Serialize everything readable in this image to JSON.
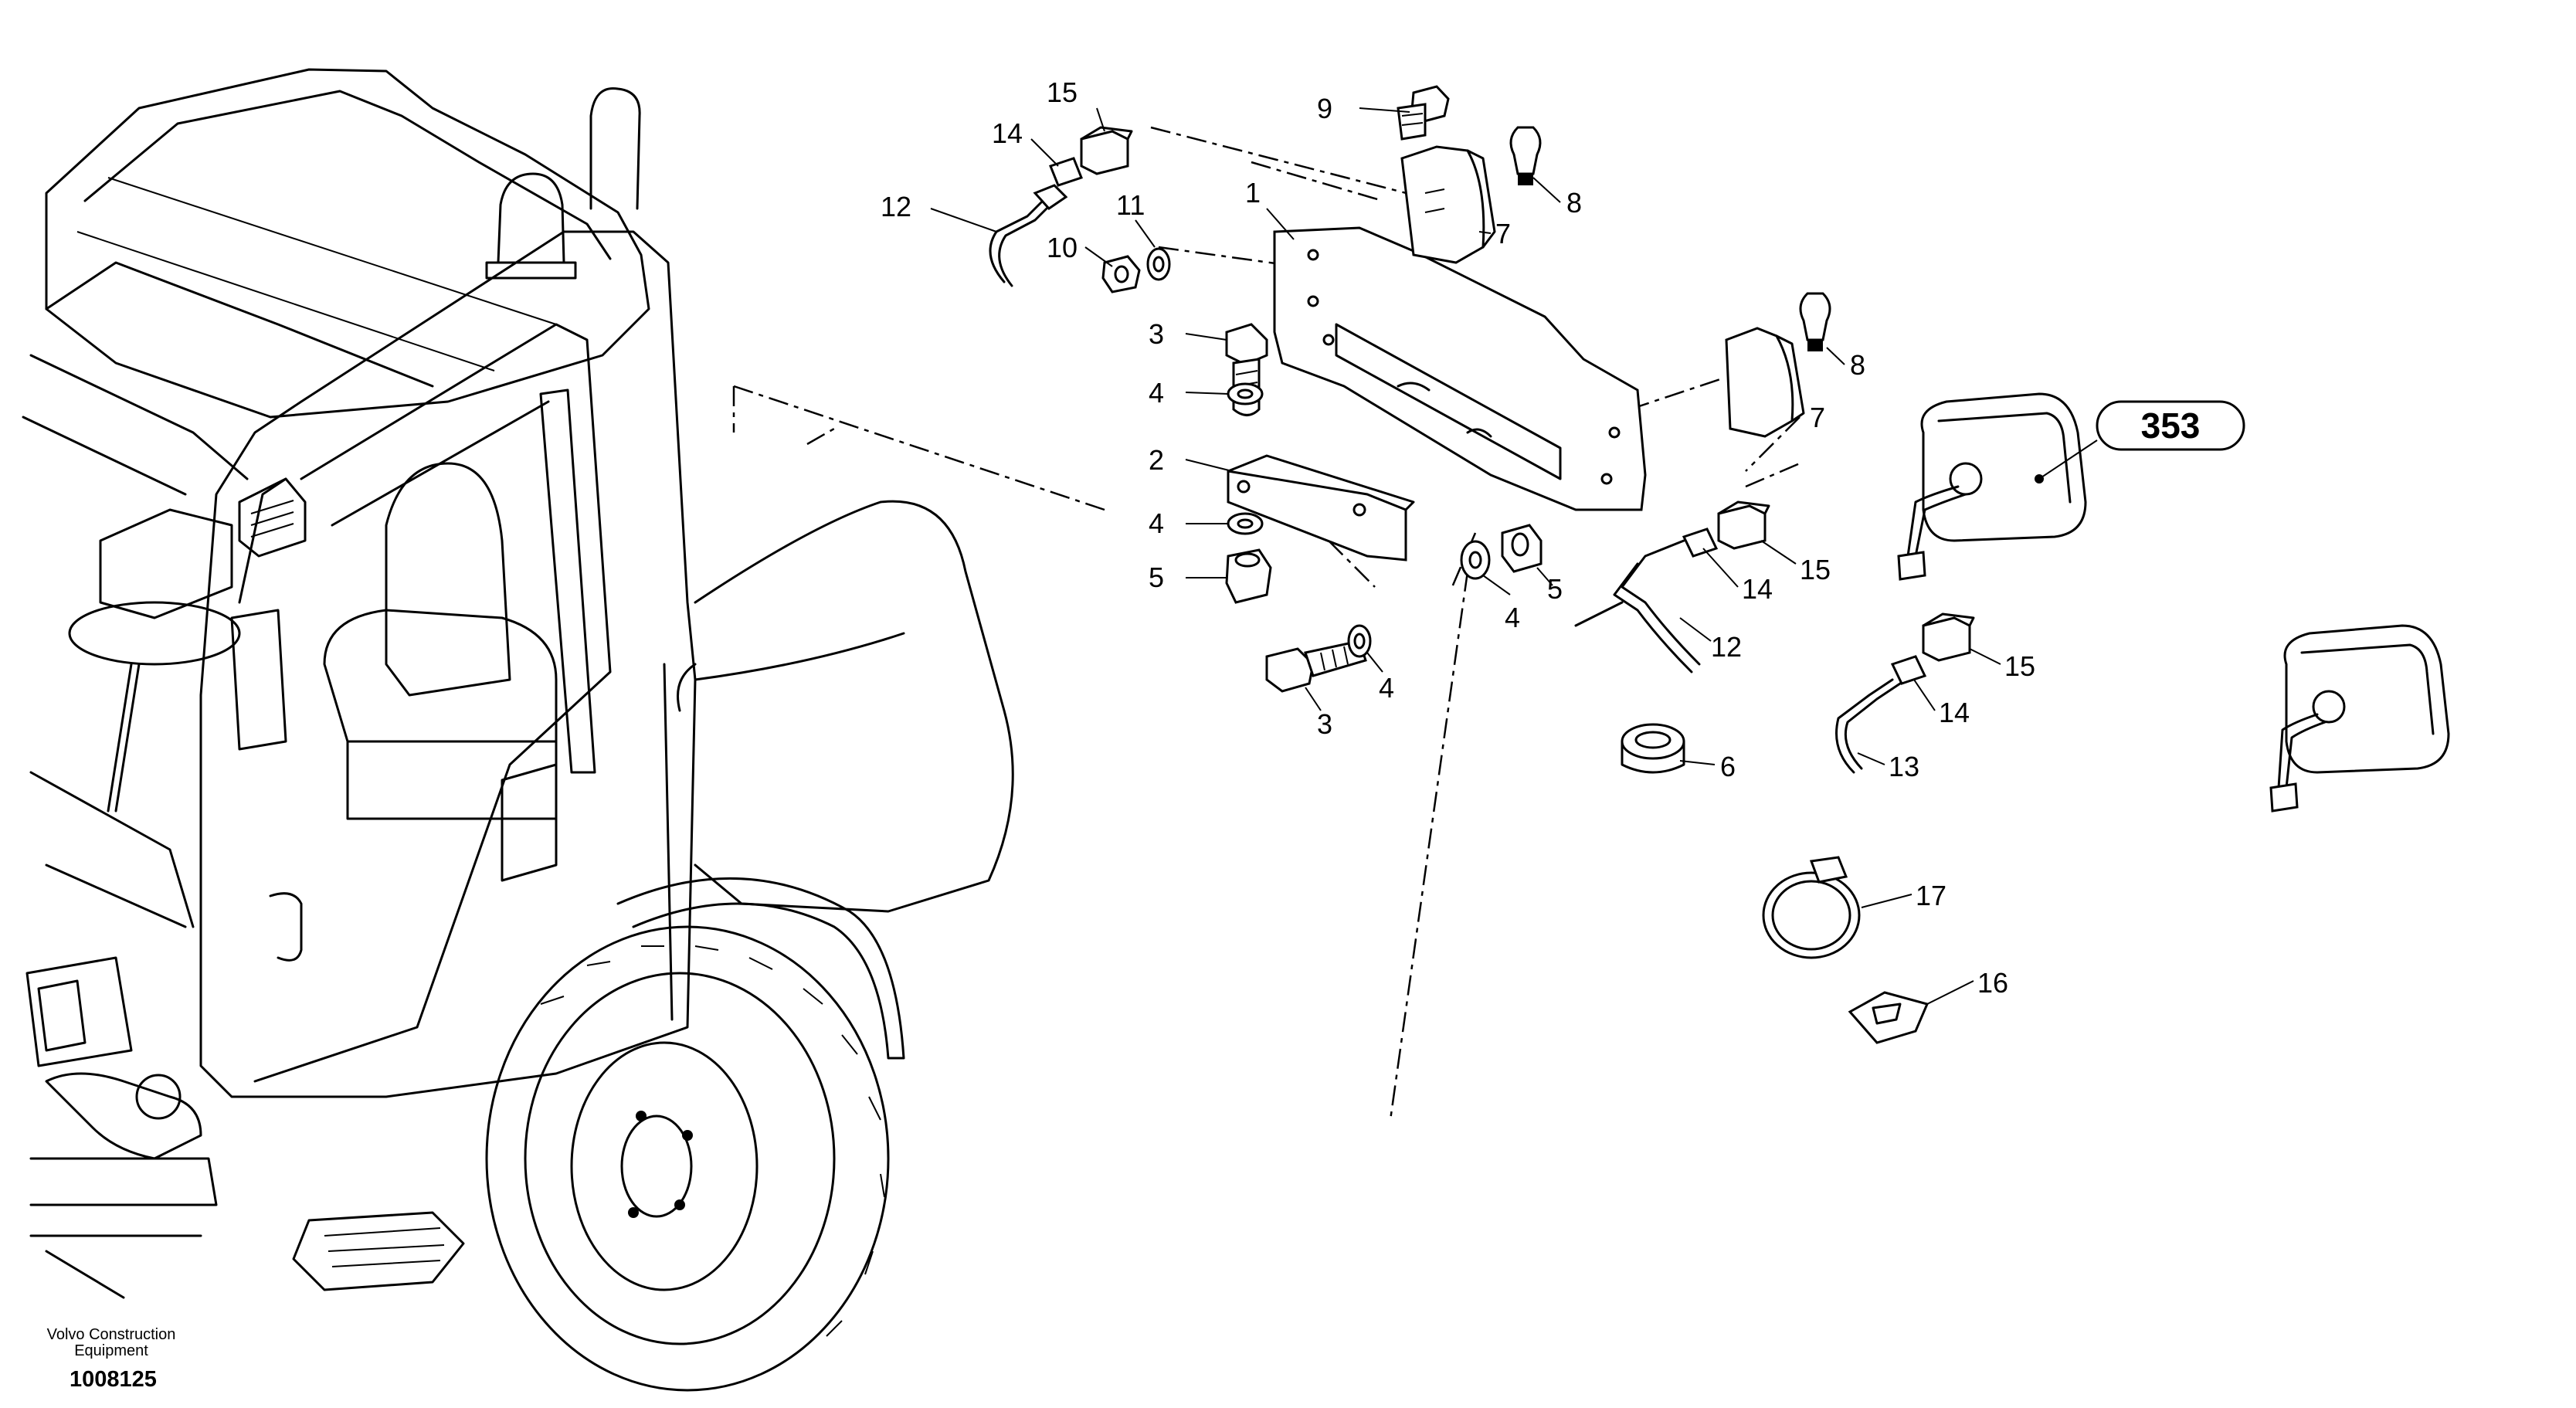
{
  "callouts": [
    "1",
    "2",
    "3",
    "3",
    "4",
    "4",
    "4",
    "4",
    "5",
    "5",
    "6",
    "7",
    "7",
    "8",
    "8",
    "9",
    "10",
    "11",
    "12",
    "12",
    "13",
    "14",
    "14",
    "14",
    "15",
    "15",
    "15",
    "16",
    "17"
  ],
  "reference_group": "353",
  "footer": {
    "brand_line1": "Volvo Construction",
    "brand_line2": "Equipment",
    "doc_number": "1008125"
  }
}
